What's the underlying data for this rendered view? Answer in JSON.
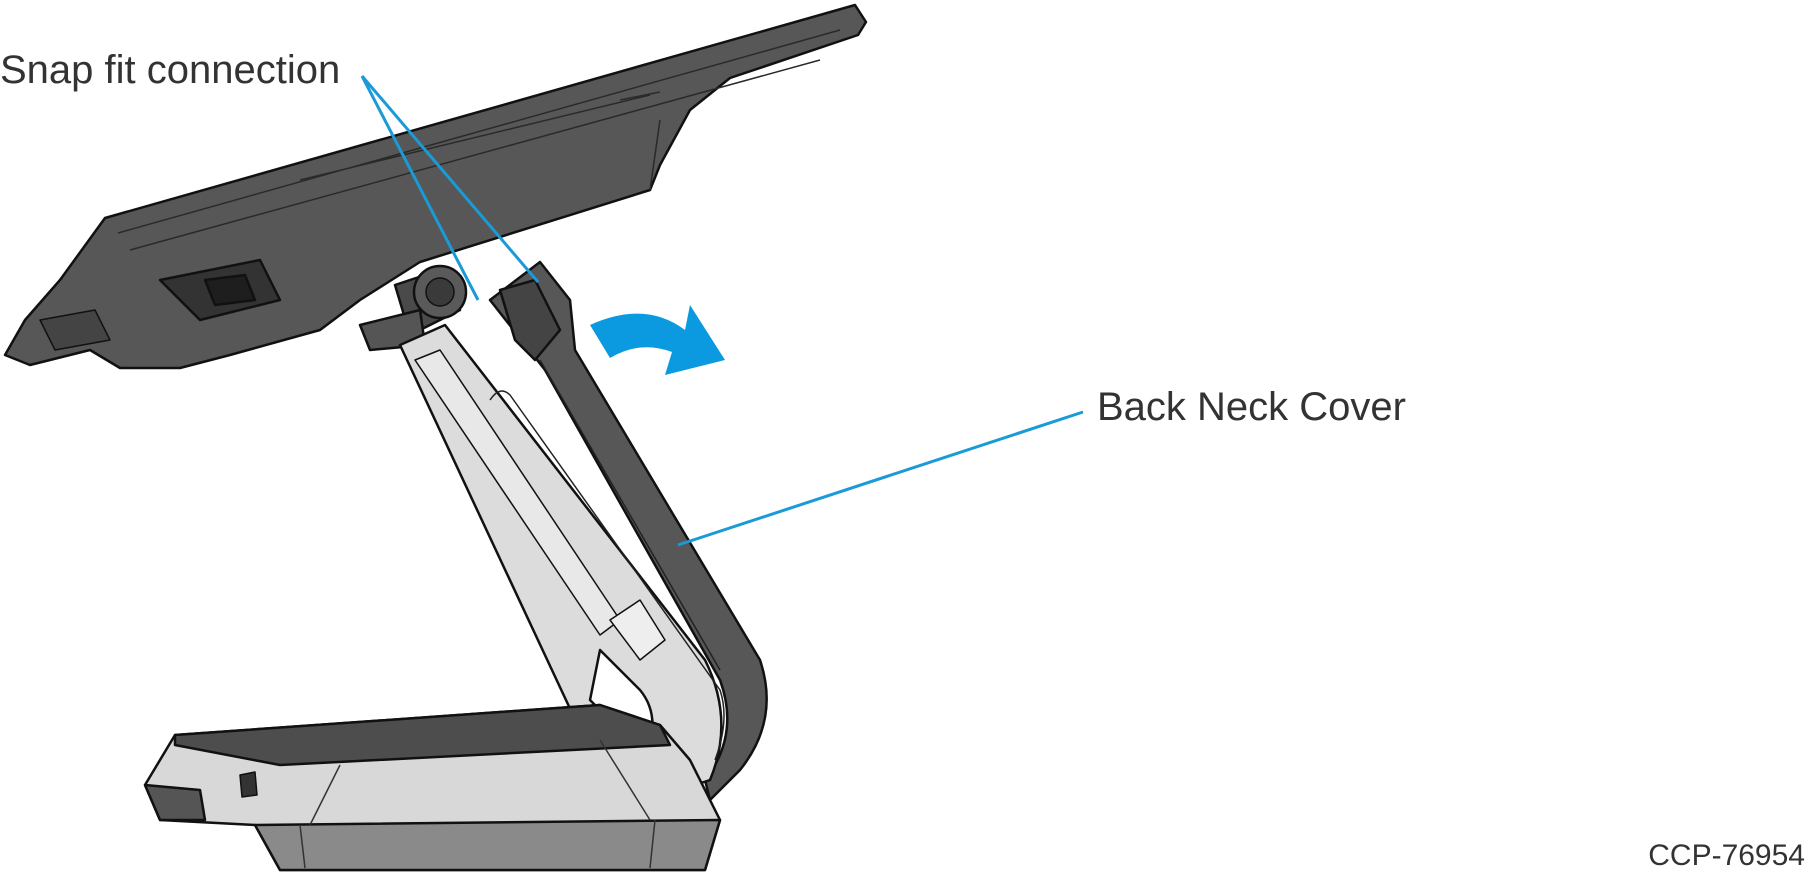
{
  "labels": {
    "snap_fit": "Snap fit connection",
    "back_neck_cover": "Back Neck Cover",
    "figure_code": "CCP-76954"
  },
  "colors": {
    "callout": "#1a9ad6",
    "rotation_arrow": "#0b9ae0",
    "dark_part": "#555555",
    "light_part": "#dcdcdc",
    "outline": "#111111"
  },
  "icons": {
    "rotation_arrow": "curved-arrow-icon"
  }
}
